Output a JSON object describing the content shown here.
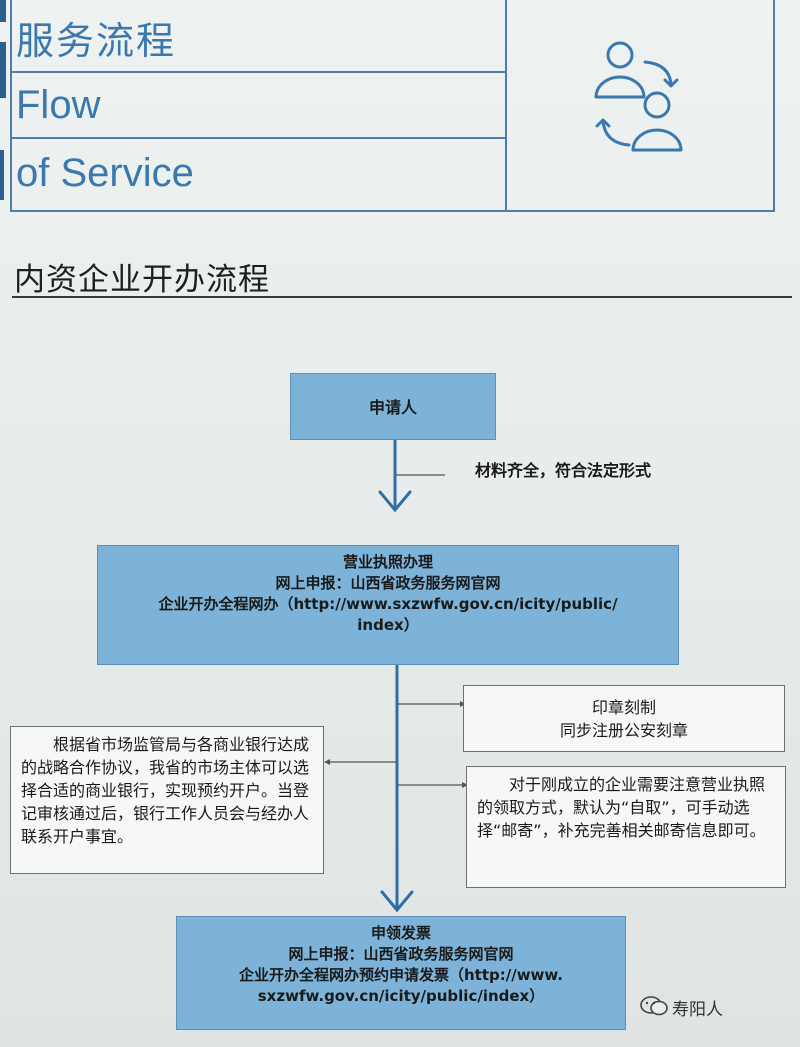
{
  "header": {
    "title_cn": "服务流程",
    "title_en_line1": "Flow",
    "title_en_line2": "of Service",
    "icon": "people-exchange-icon"
  },
  "section_title": "内资企业开办流程",
  "flow": {
    "applicant": "申请人",
    "arrow1_note": "材料齐全，符合法定形式",
    "license_box": {
      "line1": "营业执照办理",
      "line2": "网上申报：山西省政务服务网官网",
      "line3": "企业开办全程网办（http://www.sxzwfw.gov.cn/icity/public/",
      "line4": "index）"
    },
    "seal_box": {
      "line1": "印章刻制",
      "line2": "同步注册公安刻章"
    },
    "bank_box": "根据省市场监管局与各商业银行达成的战略合作协议，我省的市场主体可以选择合适的商业银行，实现预约开户。当登记审核通过后，银行工作人员会与经办人联系开户事宜。",
    "license_note_box": "对于刚成立的企业需要注意营业执照的领取方式，默认为“自取”，可手动选择“邮寄”，补充完善相关邮寄信息即可。",
    "invoice_box": {
      "line1": "申领发票",
      "line2": "网上申报：山西省政务服务网官网",
      "line3": "企业开办全程网办预约申请发票（http://www.",
      "line4": "sxzwfw.gov.cn/icity/public/index）"
    }
  },
  "watermark": "寿阳人",
  "colors": {
    "accent_blue": "#3a78ad",
    "box_blue": "#7db3d8",
    "arrow_blue": "#2f6fa6"
  }
}
